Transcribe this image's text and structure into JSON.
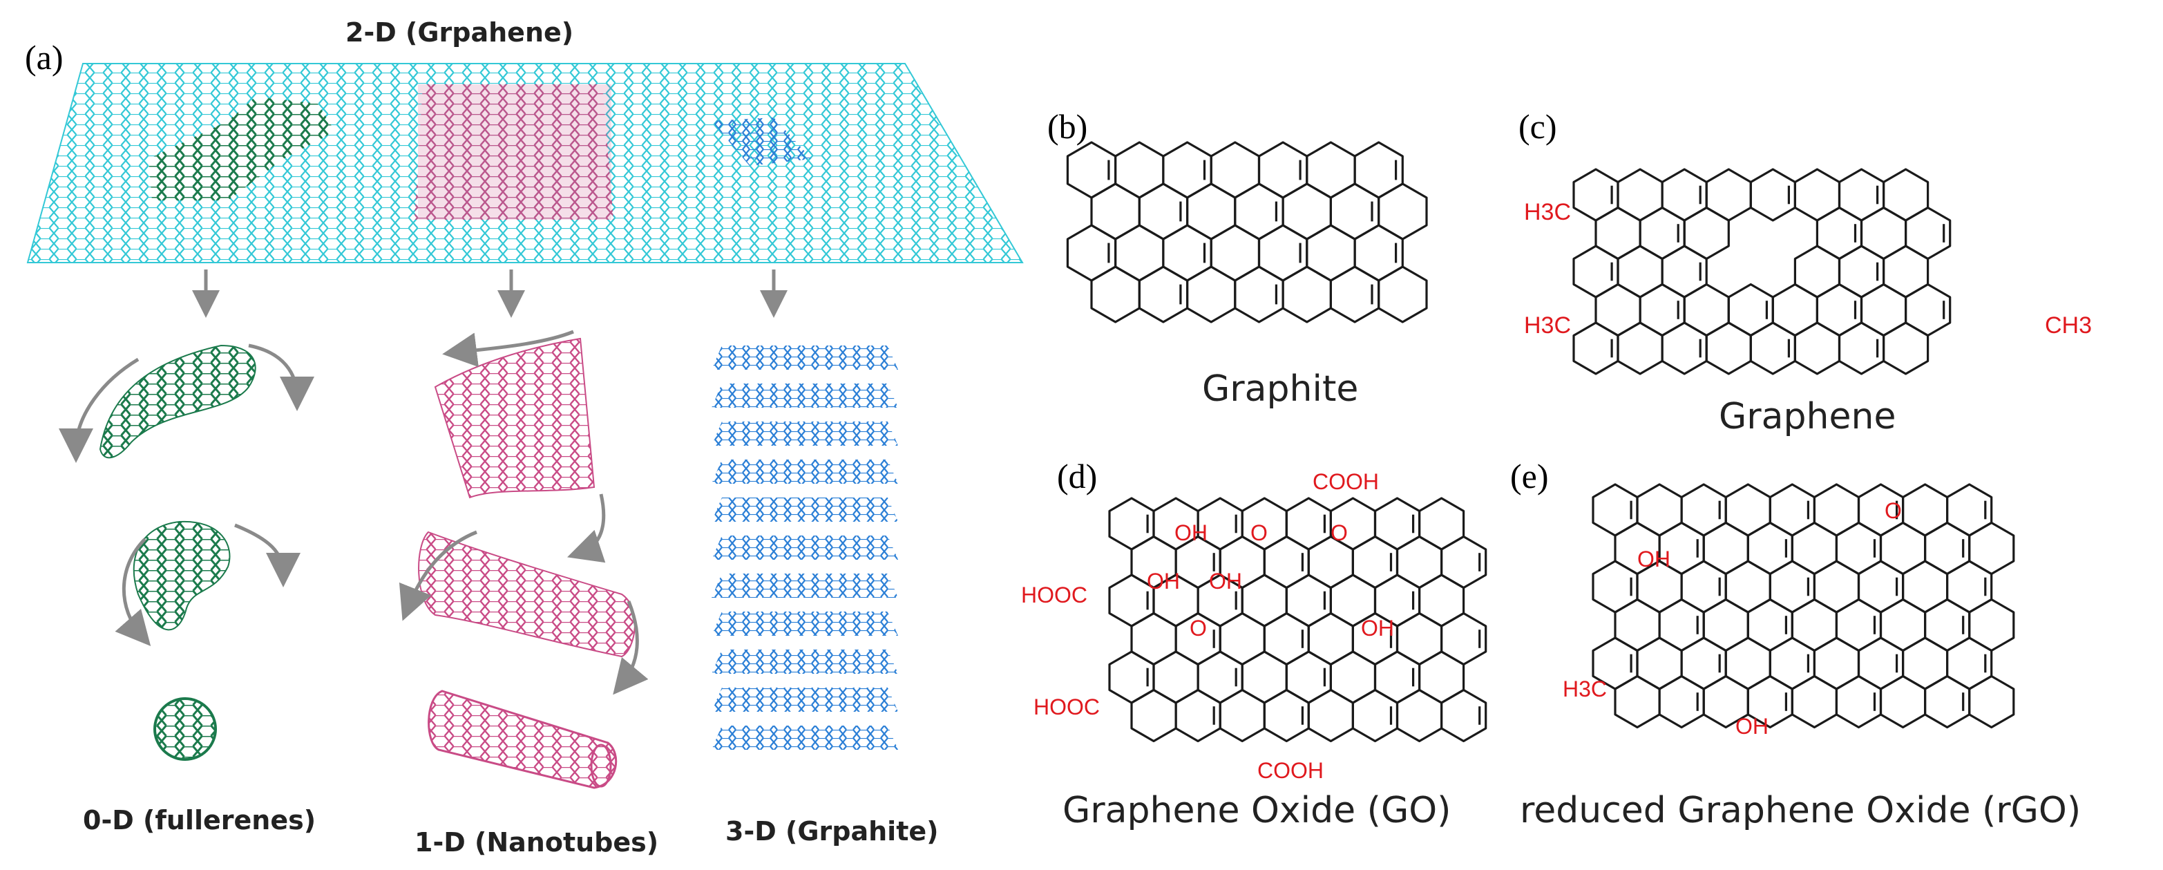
{
  "figure": {
    "panel_a": {
      "letter": "(a)",
      "title": "2-D (Grpahene)",
      "captions": {
        "zero_d": "0-D (fullerenes)",
        "one_d": "1-D (Nanotubes)",
        "three_d": "3-D (Grpahite)"
      }
    },
    "panel_b": {
      "letter": "(b)",
      "caption": "Graphite"
    },
    "panel_c": {
      "letter": "(c)",
      "caption": "Graphene",
      "groups": [
        "H3C",
        "H3C",
        "CH3"
      ]
    },
    "panel_d": {
      "letter": "(d)",
      "caption": "Graphene Oxide (GO)",
      "groups": [
        "COOH",
        "HOOC",
        "HOOC",
        "COOH",
        "OH",
        "OH",
        "OH",
        "OH",
        "O",
        "O",
        "O"
      ]
    },
    "panel_e": {
      "letter": "(e)",
      "caption": "reduced Graphene Oxide (rGO)",
      "groups": [
        "O",
        "OH",
        "H3C",
        "OH"
      ]
    }
  },
  "colors": {
    "sheet": "#33c8d6",
    "fullerene": "#1b7a4c",
    "nanotube_patch": "#c94b86",
    "graphite_patch": "#2b7fd6",
    "functional_groups": "#e0191e",
    "bonds": "#1a1a1a",
    "arrows": "#8a8a8a"
  }
}
